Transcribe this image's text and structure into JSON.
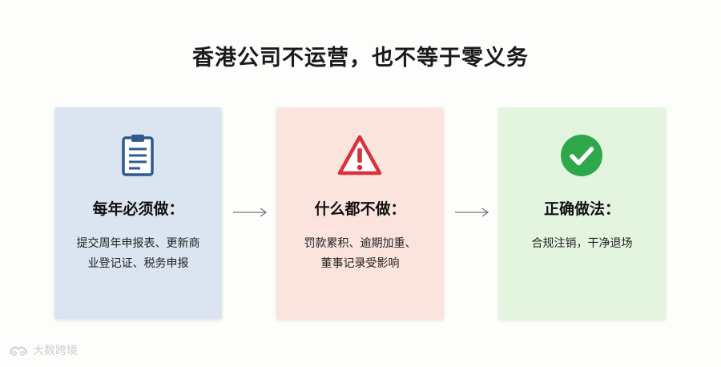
{
  "title": "香港公司不运营，也不等于零义务",
  "cards": [
    {
      "heading": "每年必须做：",
      "lines": [
        "提交周年申报表、更新商",
        "业登记证、税务申报"
      ],
      "icon": "document-icon",
      "bg": "#dbe5f1",
      "accent": "#2f5a8c"
    },
    {
      "heading": "什么都不做：",
      "lines": [
        "罚款累积、逾期加重、",
        "董事记录受影响"
      ],
      "icon": "warning-icon",
      "bg": "#fbe3de",
      "accent": "#d8333b"
    },
    {
      "heading": "正确做法：",
      "lines": [
        "合规注销，干净退场"
      ],
      "icon": "checkmark-icon",
      "bg": "#e4f5df",
      "accent": "#2ea84a"
    }
  ],
  "watermark": {
    "text": "大数跨境",
    "icon": "logo-icon"
  }
}
